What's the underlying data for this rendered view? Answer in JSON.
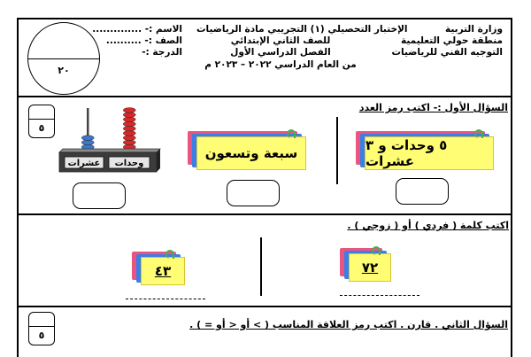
{
  "header": {
    "ministry": "وزارة التربية",
    "region": "منطقة حولي التعليمية",
    "supervision": "التوجيه الفني للرياضيات",
    "exam_title": "الإختبار التحصيلي (١) التجريبي مادة الرياضيات",
    "grade_line": "للصف الثاني الإبتدائي",
    "term": "الفصل الدراسي الأول",
    "year": "من العام الدراسي ٢٠٢٢ – ٢٠٢٣ م",
    "name_label": "الاسم :- ..............",
    "class_label": "الصف :- ..........",
    "score_label": "الدرجة :-",
    "total_score": "٢٠"
  },
  "q1": {
    "title": "السؤال الأول :- اكتب رمز العدد",
    "score": "٥",
    "card_right": "٥ وحدات و ٣ عشرات",
    "card_middle": "سبعة وتسعون",
    "abacus_units_label": "وحدات",
    "abacus_tens_label": "عشرات",
    "abacus_units_beads": 9,
    "abacus_tens_beads": 3
  },
  "odd_even": {
    "title": "اكتب كلمة ( فردي )  أو ( زوجي ) .",
    "card_right": "٧٢",
    "card_left": "٤٣"
  },
  "q2": {
    "title": "السؤال الثاني . قارن . اكتب رمز العلاقة المناسب  ( > أو < أو = ) .",
    "score": "٥"
  },
  "colors": {
    "card_front": "#fffd74",
    "card_pink": "#e9557f",
    "card_blue": "#3a7ee8",
    "abacus_red": "#d62a2a",
    "abacus_blue": "#3f77c8"
  }
}
